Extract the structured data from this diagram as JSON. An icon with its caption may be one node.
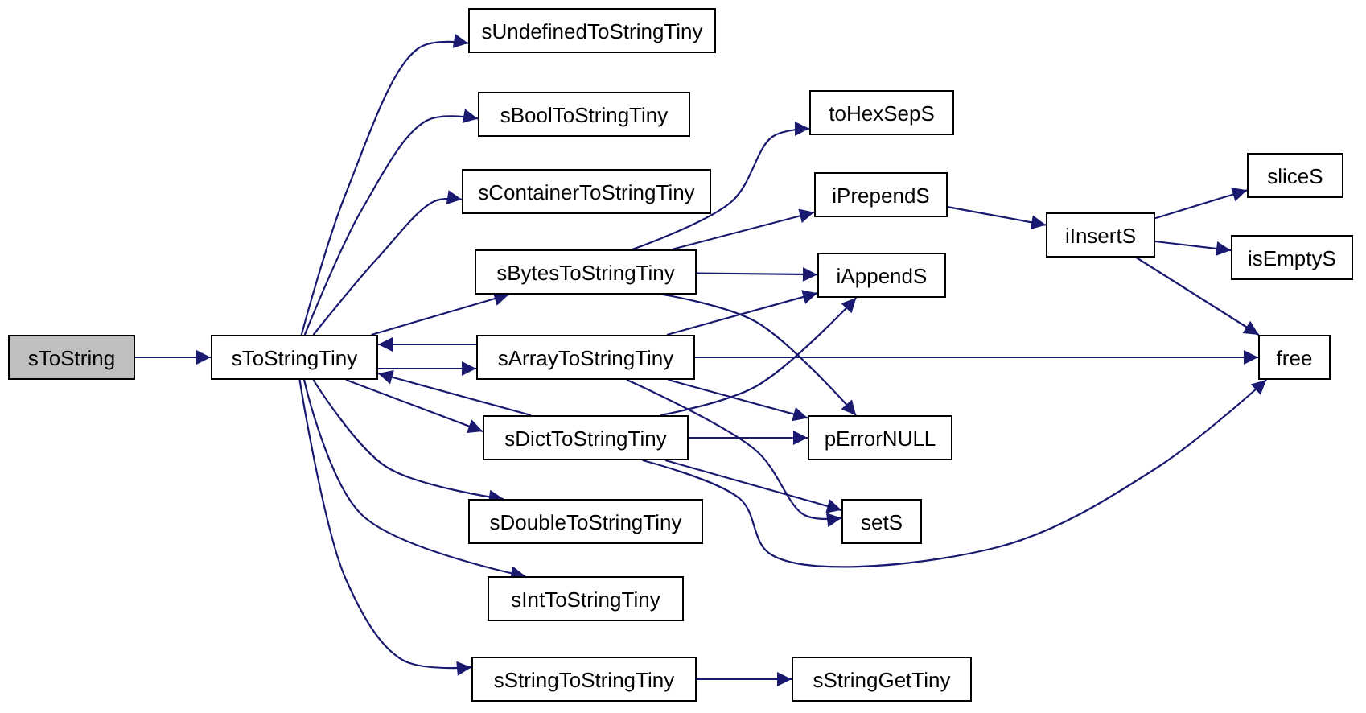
{
  "diagram": {
    "nodes": [
      {
        "text": [
          "sToString"
        ]
      },
      {
        "text": [
          "sToStringTiny"
        ]
      },
      {
        "text": [
          "sUndefinedToStringTiny"
        ]
      },
      {
        "text": [
          "sBoolToStringTiny"
        ]
      },
      {
        "text": [
          "sContainerToStringTiny"
        ]
      },
      {
        "text": [
          "sBytesToStringTiny"
        ]
      },
      {
        "text": [
          "sArrayToStringTiny"
        ]
      },
      {
        "text": [
          "sDictToStringTiny"
        ]
      },
      {
        "text": [
          "sDoubleToStringTiny"
        ]
      },
      {
        "text": [
          "sIntToStringTiny"
        ]
      },
      {
        "text": [
          "sStringToStringTiny"
        ]
      },
      {
        "text": [
          "toHexSepS"
        ]
      },
      {
        "text": [
          "iPrependS"
        ]
      },
      {
        "text": [
          "iAppendS"
        ]
      },
      {
        "text": [
          "pErrorNULL"
        ]
      },
      {
        "text": [
          "setS"
        ]
      },
      {
        "text": [
          "sStringGetTiny"
        ]
      },
      {
        "text": [
          "iInsertS"
        ]
      },
      {
        "text": [
          "sliceS"
        ]
      },
      {
        "text": [
          "isEmptyS"
        ]
      },
      {
        "text": [
          "free"
        ]
      }
    ],
    "edges": [
      {
        "from": 0,
        "to": 1,
        "arrow": "to"
      },
      {
        "from": 1,
        "to": 2,
        "arrow": "to"
      },
      {
        "from": 1,
        "to": 3,
        "arrow": "to"
      },
      {
        "from": 1,
        "to": 4,
        "arrow": "to"
      },
      {
        "from": 1,
        "to": 5,
        "arrow": "to"
      },
      {
        "from": 1,
        "to": 6,
        "arrow": "to"
      },
      {
        "from": 6,
        "to": 1,
        "arrow": "to"
      },
      {
        "from": 1,
        "to": 7,
        "arrow": "to"
      },
      {
        "from": 7,
        "to": 1,
        "arrow": "to"
      },
      {
        "from": 1,
        "to": 8,
        "arrow": "to"
      },
      {
        "from": 1,
        "to": 9,
        "arrow": "to"
      },
      {
        "from": 1,
        "to": 10,
        "arrow": "to"
      },
      {
        "from": 5,
        "to": 11,
        "arrow": "to"
      },
      {
        "from": 5,
        "to": 12,
        "arrow": "to"
      },
      {
        "from": 5,
        "to": 13,
        "arrow": "to"
      },
      {
        "from": 5,
        "to": 14,
        "arrow": "to"
      },
      {
        "from": 6,
        "to": 13,
        "arrow": "to"
      },
      {
        "from": 6,
        "to": 20,
        "arrow": "to"
      },
      {
        "from": 6,
        "to": 14,
        "arrow": "to"
      },
      {
        "from": 6,
        "to": 15,
        "arrow": "to"
      },
      {
        "from": 7,
        "to": 13,
        "arrow": "to"
      },
      {
        "from": 7,
        "to": 14,
        "arrow": "to"
      },
      {
        "from": 7,
        "to": 15,
        "arrow": "to"
      },
      {
        "from": 7,
        "to": 20,
        "arrow": "to"
      },
      {
        "from": 10,
        "to": 16,
        "arrow": "to"
      },
      {
        "from": 12,
        "to": 17,
        "arrow": "to"
      },
      {
        "from": 17,
        "to": 18,
        "arrow": "to"
      },
      {
        "from": 17,
        "to": 19,
        "arrow": "to"
      },
      {
        "from": 17,
        "to": 20,
        "arrow": "to"
      }
    ]
  }
}
